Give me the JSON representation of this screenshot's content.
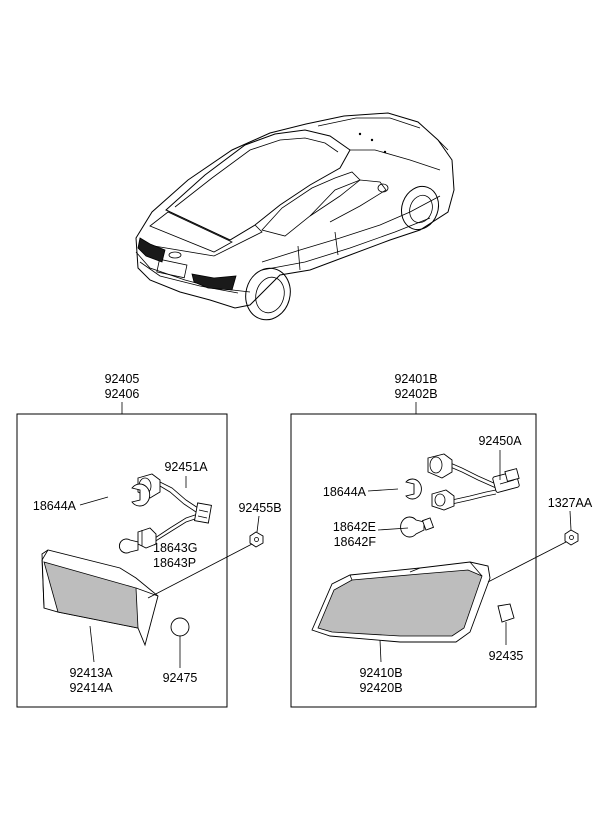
{
  "left_group": {
    "header": [
      "92405",
      "92406"
    ],
    "parts": {
      "bulb_socket_harness": "92451A",
      "bulb_a": "18644A",
      "bulb_b": [
        "18643G",
        "18643P"
      ],
      "lamp_lens": [
        "92413A",
        "92414A"
      ],
      "cap": "92475"
    }
  },
  "left_nut": "92455B",
  "right_group": {
    "header": [
      "92401B",
      "92402B"
    ],
    "parts": {
      "bulb_socket_harness": "92450A",
      "bulb_a": "18644A",
      "bulb_b": [
        "18642E",
        "18642F"
      ],
      "lamp_lens": [
        "92410B",
        "92420B"
      ],
      "pad": "92435"
    }
  },
  "right_nut": "1327AA"
}
